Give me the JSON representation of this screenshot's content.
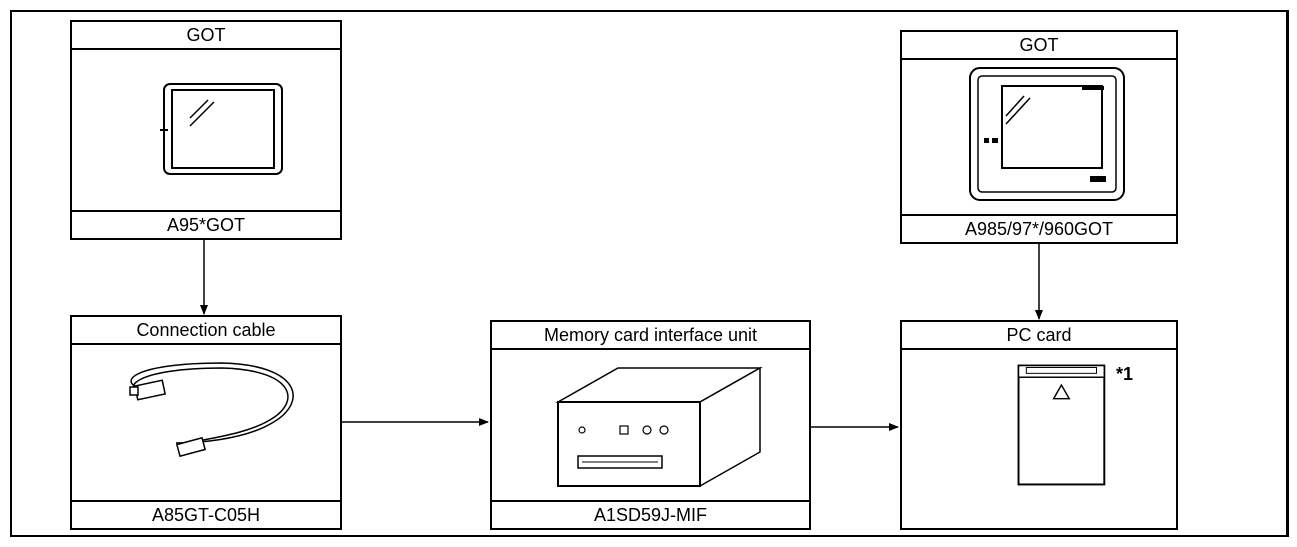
{
  "boxes": {
    "got_left": {
      "title": "GOT",
      "caption": "A95*GOT"
    },
    "got_right": {
      "title": "GOT",
      "caption": "A985/97*/960GOT"
    },
    "cable": {
      "title": "Connection cable",
      "caption": "A85GT-C05H"
    },
    "interface": {
      "title": "Memory card interface unit",
      "caption": "A1SD59J-MIF"
    },
    "pc_card": {
      "title": "PC card",
      "caption": "",
      "note": "*1"
    }
  },
  "colors": {
    "line": "#000000",
    "background": "#ffffff"
  }
}
